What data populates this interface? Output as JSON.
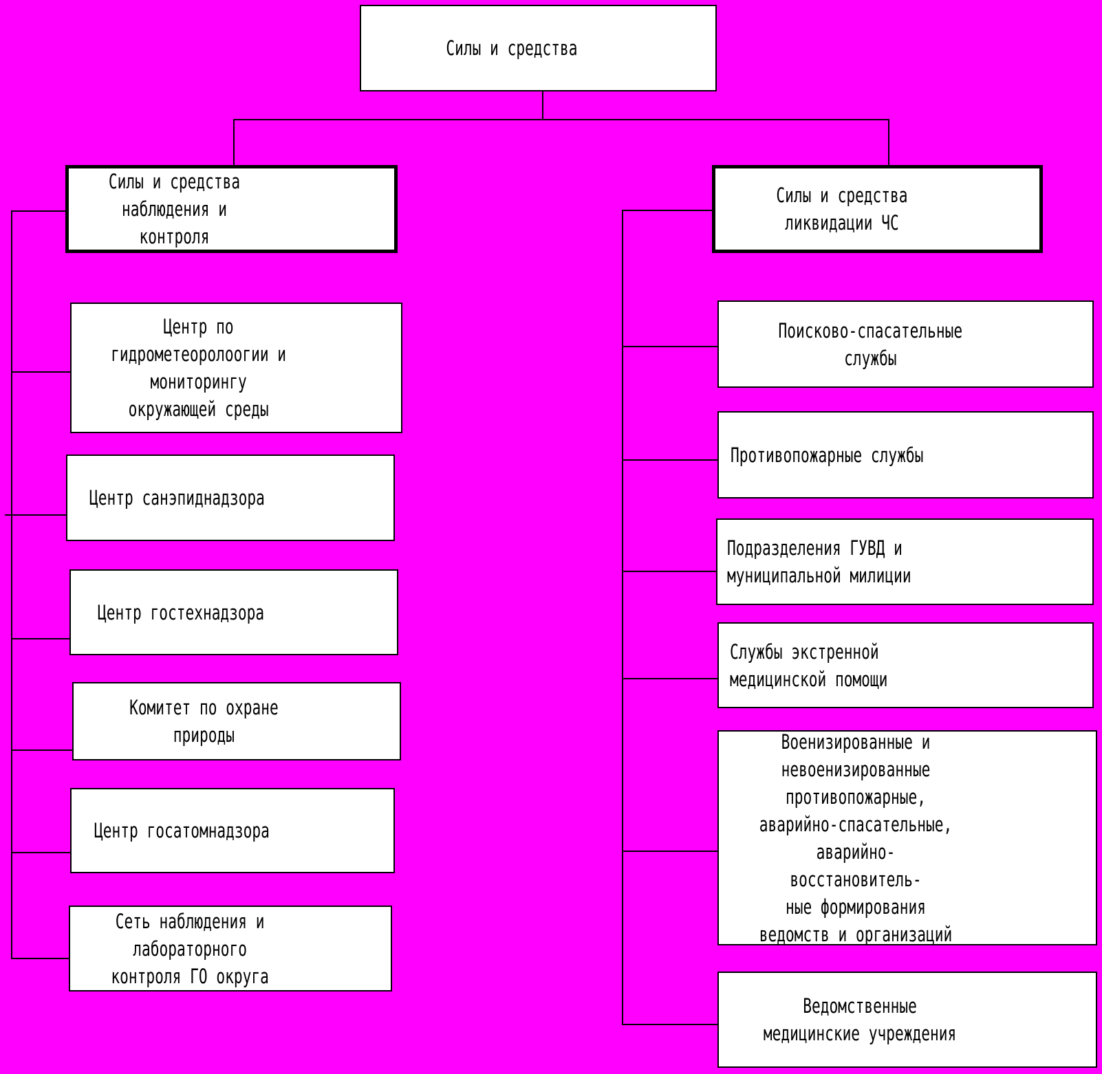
{
  "colors": {
    "background": "#FF00FF",
    "box_fill": "#FFFFFF",
    "line": "#000000"
  },
  "diagram": {
    "root": {
      "text": "Силы и средства"
    },
    "left_branch": {
      "header": {
        "text": "Силы и средства\nнаблюдения и контроля"
      },
      "children": [
        {
          "text": "Центр по\nгидрометеоролоогии и\nмониторингу\nокружающей среды"
        },
        {
          "text": "Центр санэпиднадзора"
        },
        {
          "text": "Центр гостехнадзора"
        },
        {
          "text": "Комитет по охране\nприроды"
        },
        {
          "text": "Центр госатомнадзора"
        },
        {
          "text": "Сеть наблюдения и\nлабораторного\nконтроля ГО округа"
        }
      ]
    },
    "right_branch": {
      "header": {
        "text": "Силы и средства\nликвидации ЧС"
      },
      "children": [
        {
          "text": "Поисково-спасательные\nслужбы"
        },
        {
          "text": "Противопожарные службы"
        },
        {
          "text": "Подразделения ГУВД и\nмуниципальной милиции"
        },
        {
          "text": "Службы экстренной\nмедицинской помощи"
        },
        {
          "text": "Военизированные и\nневоенизированные\nпротивопожарные,\nаварийно-спасательные,\nаварийно-восстановитель-\nные формирования\nведомств и организаций"
        },
        {
          "text": "Ведомственные\nмедицинские учреждения"
        }
      ]
    }
  }
}
